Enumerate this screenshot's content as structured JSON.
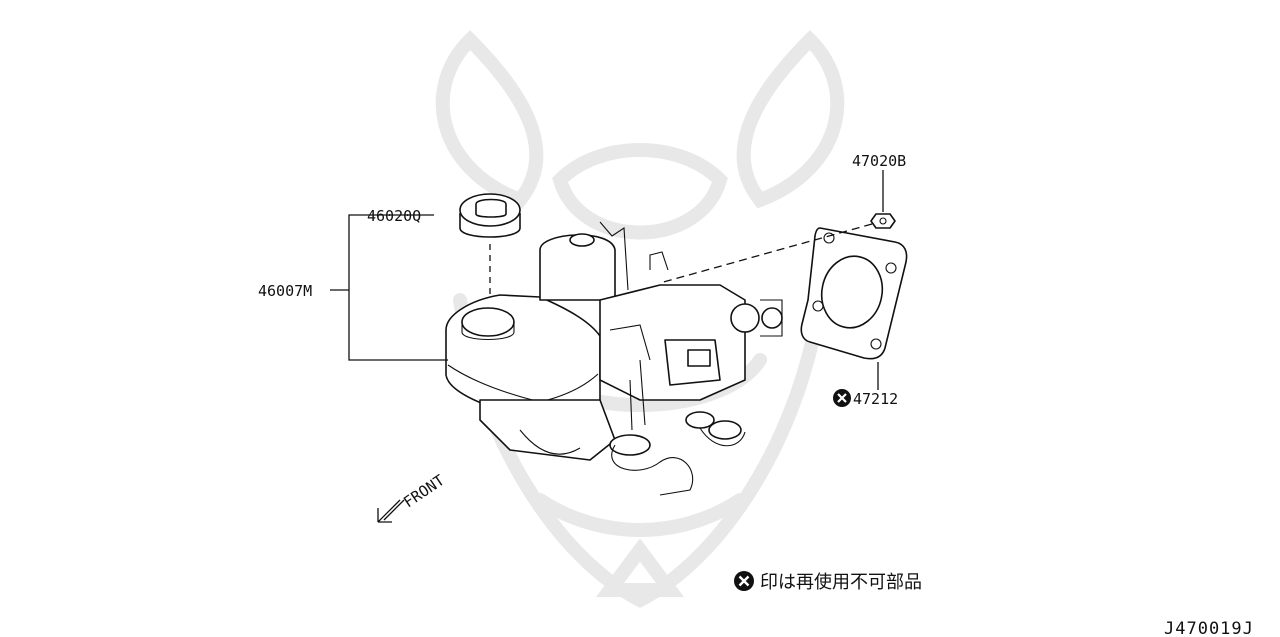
{
  "parts": {
    "cap_label": "46020Q",
    "assembly_label": "46007M",
    "nut_label": "47020B",
    "gasket_label": "47212"
  },
  "front": {
    "label": "FRONT"
  },
  "legend": {
    "text": "印は再使用不可部品"
  },
  "figure_id": "J470019J"
}
